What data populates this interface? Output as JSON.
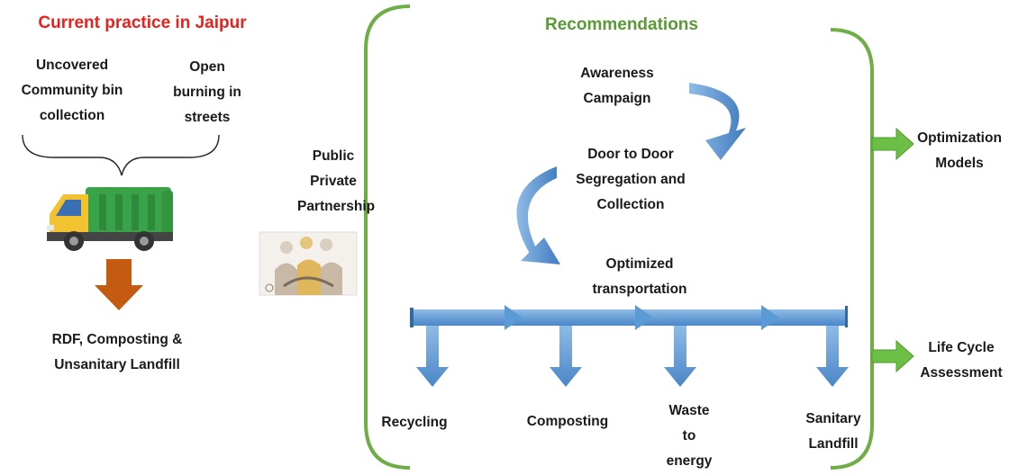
{
  "left": {
    "title": "Current practice in Jaipur",
    "item1": "Uncovered\nCommunity bin\ncollection",
    "item2": "Open\nburning in\nstreets",
    "result": "RDF, Composting &\nUnsanitary Landfill"
  },
  "ppp": {
    "label": "Public\nPrivate\nPartnership"
  },
  "recommendations": {
    "title": "Recommendations",
    "step1": "Awareness\nCampaign",
    "step2": "Door to Door\nSegregation and\nCollection",
    "step3": "Optimized\ntransportation",
    "outputs": [
      "Recycling",
      "Composting",
      "Waste\nto\nenergy",
      "Sanitary\nLandfill"
    ]
  },
  "right": {
    "out1": "Optimization\nModels",
    "out2": "Life Cycle\nAssessment"
  },
  "colors": {
    "red_title": "#e8211d",
    "green": "#5a9a35",
    "blue_arrow": "#5b9bd5",
    "green_arrow": "#6cbf45",
    "orange_arrow": "#c55a11",
    "truck_body": "#3aa34a",
    "truck_cab": "#f2c230"
  }
}
